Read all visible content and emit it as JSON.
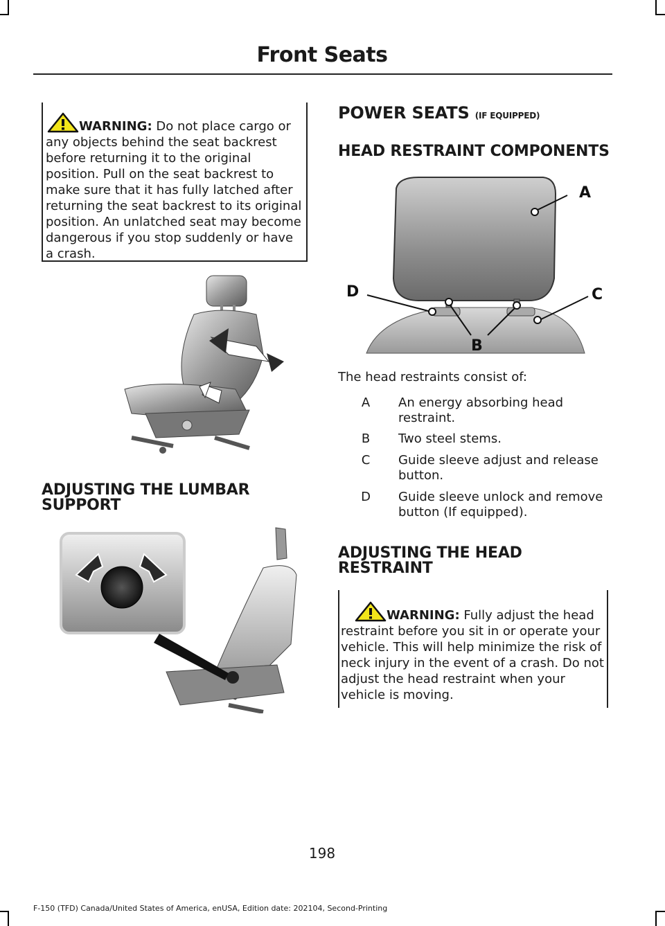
{
  "header": {
    "title": "Front Seats"
  },
  "left_column": {
    "warning": {
      "label": "WARNING:",
      "text": " Do not place cargo or any objects behind the seat backrest before returning it to the original position. Pull on the seat backrest to make sure that it has fully latched after returning the seat backrest to its original position. An unlatched seat may become dangerous if you stop suddenly or have a crash."
    },
    "lumbar_heading_line1": "ADJUSTING THE LUMBAR",
    "lumbar_heading_line2": "SUPPORT"
  },
  "right_column": {
    "power_seats_heading": "POWER SEATS",
    "power_seats_note": "(IF EQUIPPED)",
    "head_restraint_components_heading": "HEAD RESTRAINT COMPONENTS",
    "figure_labels": {
      "a": "A",
      "b": "B",
      "c": "C",
      "d": "D"
    },
    "intro": "The head restraints consist of:",
    "components": [
      {
        "letter": "A",
        "desc": "An energy absorbing head restraint."
      },
      {
        "letter": "B",
        "desc": "Two steel stems."
      },
      {
        "letter": "C",
        "desc": "Guide sleeve adjust and release button."
      },
      {
        "letter": "D",
        "desc": "Guide sleeve unlock and remove button (If equipped)."
      }
    ],
    "adjusting_heading_line1": "ADJUSTING THE HEAD",
    "adjusting_heading_line2": "RESTRAINT",
    "warning": {
      "label": "WARNING:",
      "text": " Fully adjust the head restraint before you sit in or operate your vehicle. This will help minimize the risk of neck injury in the event of a crash. Do not adjust the head restraint when your vehicle is moving."
    }
  },
  "page_number": "198",
  "footer": "F-150 (TFD) Canada/United States of America, enUSA, Edition date: 202104, Second-Printing",
  "colors": {
    "warning_yellow": "#f2e51a",
    "arrow_dark": "#2a2a2a"
  }
}
